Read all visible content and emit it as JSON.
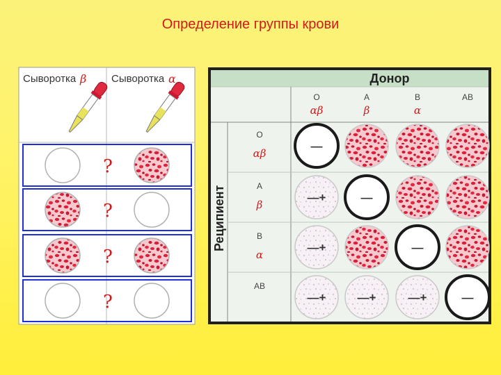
{
  "title": "Определение группы крови",
  "left_panel": {
    "serum_label": "Сыворотка",
    "serum_beta_symbol": "β",
    "serum_alpha_symbol": "α",
    "rows": [
      {
        "question": "?",
        "left": "clear",
        "right": "agglutinated"
      },
      {
        "question": "?",
        "left": "agglutinated",
        "right": "clear"
      },
      {
        "question": "?",
        "left": "agglutinated",
        "right": "agglutinated"
      },
      {
        "question": "?",
        "left": "clear",
        "right": "clear"
      }
    ]
  },
  "right_panel": {
    "donor_label": "Донор",
    "recipient_label": "Реципиент",
    "donor_groups": [
      "O",
      "A",
      "B",
      "AB"
    ],
    "donor_antibodies": [
      "αβ",
      "β",
      "α",
      ""
    ],
    "recipient_groups": [
      "O",
      "A",
      "B",
      "AB"
    ],
    "recipient_antibodies": [
      "αβ",
      "β",
      "α",
      ""
    ],
    "grid": [
      [
        {
          "state": "clear",
          "mark": "—"
        },
        {
          "state": "agglutinated",
          "mark": ""
        },
        {
          "state": "agglutinated",
          "mark": ""
        },
        {
          "state": "agglutinated",
          "mark": ""
        }
      ],
      [
        {
          "state": "pale",
          "mark": "—+"
        },
        {
          "state": "clear",
          "mark": "—"
        },
        {
          "state": "agglutinated",
          "mark": ""
        },
        {
          "state": "agglutinated",
          "mark": ""
        }
      ],
      [
        {
          "state": "pale",
          "mark": "—+"
        },
        {
          "state": "agglutinated",
          "mark": ""
        },
        {
          "state": "clear",
          "mark": "—"
        },
        {
          "state": "agglutinated",
          "mark": ""
        }
      ],
      [
        {
          "state": "pale",
          "mark": "—+"
        },
        {
          "state": "pale",
          "mark": "—+"
        },
        {
          "state": "pale",
          "mark": "—+"
        },
        {
          "state": "clear",
          "mark": "—"
        }
      ]
    ]
  },
  "colors": {
    "title": "#d21a1a",
    "border_blue": "#1f2fd8",
    "cell_red": "#d8203a",
    "panel_bg": "#f2f4f2"
  }
}
